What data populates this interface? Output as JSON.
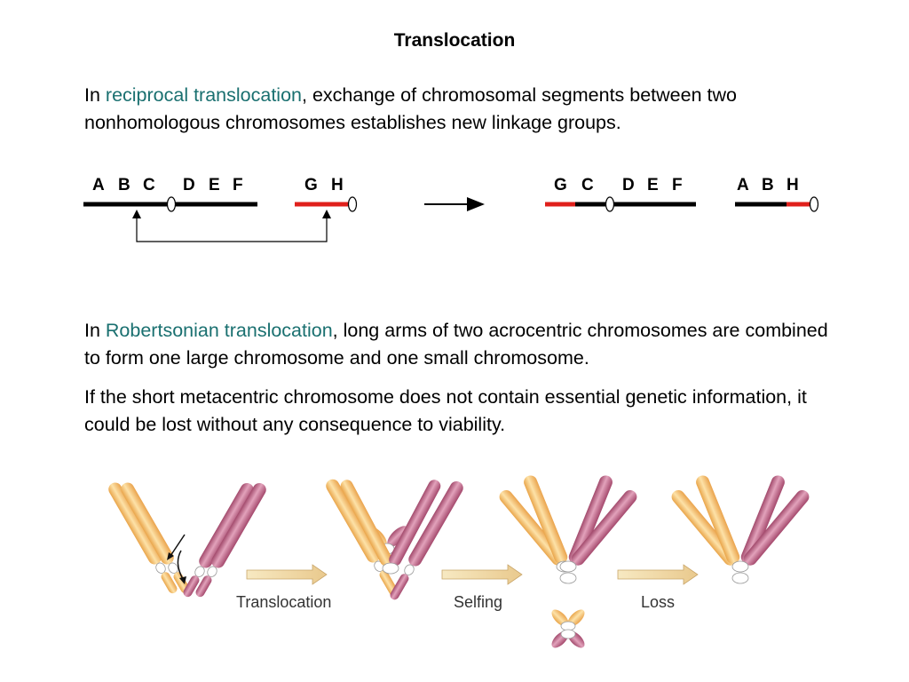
{
  "title": "Translocation",
  "reciprocal": {
    "intro": "In ",
    "term": "reciprocal translocation",
    "rest": ", exchange of chromosomal segments between two nonhomologous chromosomes establishes new linkage groups."
  },
  "robertsonian": {
    "intro": "In ",
    "term": "Robertsonian translocation",
    "rest": ", long arms of two acrocentric chromosomes are combined to form one large chromosome and one small chromosome."
  },
  "metacentric_note": "If the short metacentric chromosome does not contain essential genetic information, it could be lost without any consequence to viability.",
  "genes": {
    "before_chr1": [
      "A",
      "B",
      "C",
      "D",
      "E",
      "F"
    ],
    "before_chr2": [
      "G",
      "H"
    ],
    "after_chr1": [
      "G",
      "C",
      "D",
      "E",
      "F"
    ],
    "after_chr2": [
      "A",
      "B",
      "H"
    ]
  },
  "steps": {
    "translocation": "Translocation",
    "selfing": "Selfing",
    "loss": "Loss"
  },
  "colors": {
    "accent_text": "#1a7070",
    "chromosome": "#000000",
    "translocated_segment": "#e0201c",
    "acrocentric_yellow": "#f5c060",
    "acrocentric_magenta": "#b8557a"
  }
}
